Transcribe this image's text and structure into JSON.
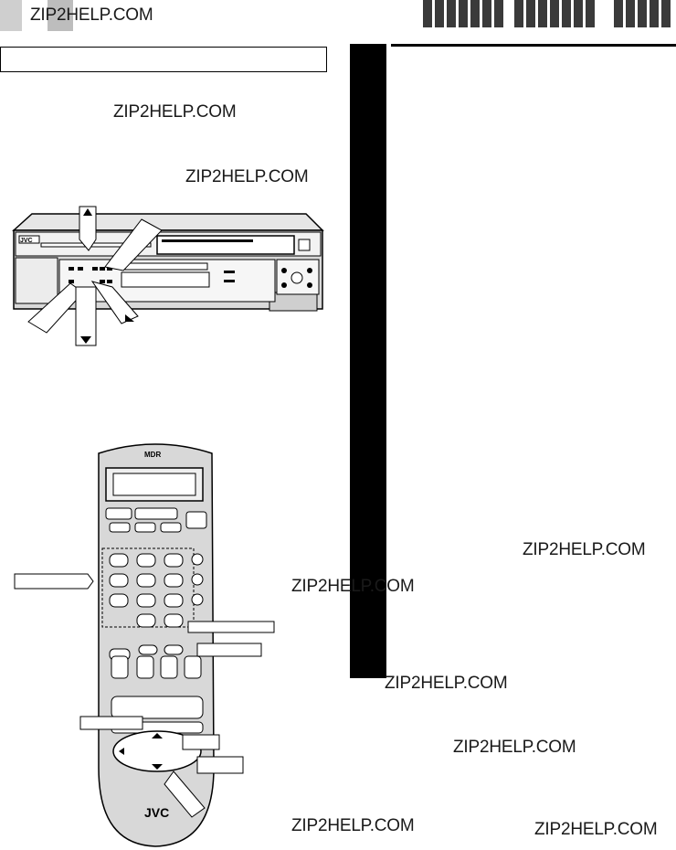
{
  "watermark": "ZIP2HELP.COM",
  "vcr": {
    "brand": "JVC"
  },
  "remote": {
    "brand": "JVC",
    "top_badge": "MDR"
  }
}
